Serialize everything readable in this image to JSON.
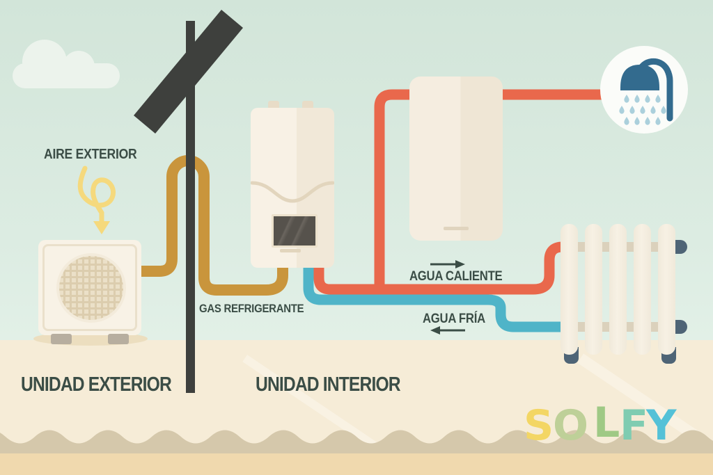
{
  "labels": {
    "aire_exterior": "AIRE EXTERIOR",
    "unidad_exterior": "UNIDAD EXTERIOR",
    "unidad_interior": "UNIDAD INTERIOR",
    "gas_refrigerante": "GAS REFRIGERANTE",
    "agua_caliente": "AGUA CALIENTE",
    "agua_fria": "AGUA FRÍA"
  },
  "brand": {
    "name": "SOLFY",
    "letters": [
      {
        "char": "S",
        "color": "#f3d664"
      },
      {
        "char": "O",
        "color": "#bed098"
      },
      {
        "char": "L",
        "color": "#9fc985"
      },
      {
        "char": "F",
        "color": "#7fccb1"
      },
      {
        "char": "Y",
        "color": "#54c1d7"
      }
    ]
  },
  "colors": {
    "gas_pipe": "#c9953c",
    "hot_pipe": "#e9684c",
    "cold_pipe": "#4fb4c8",
    "air_arrow": "#f5d97d",
    "structure": "#3e403d",
    "text": "#3b4d46",
    "sand_wave": "#d5c8ab",
    "sand_bottom": "#f0d9ae",
    "shower_blue": "#336b8e",
    "drops": "#abd0dc"
  }
}
